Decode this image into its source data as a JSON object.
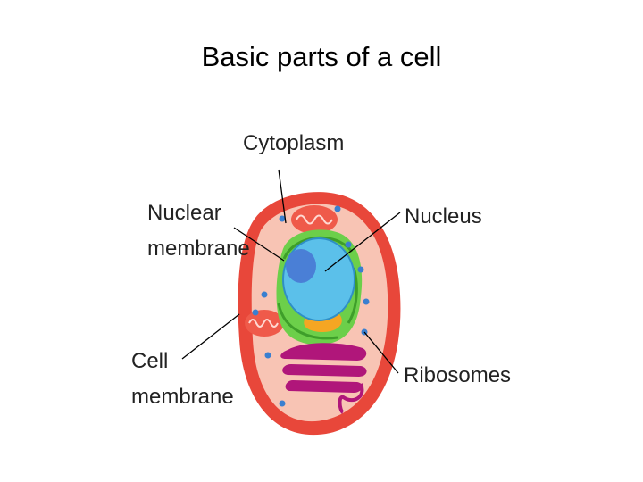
{
  "slide": {
    "title": "Basic parts of a cell"
  },
  "diagram": {
    "labels": {
      "cytoplasm": "Cytoplasm",
      "nuclear_membrane_line1": "Nuclear",
      "nuclear_membrane_line2": "membrane",
      "nucleus": "Nucleus",
      "cell_membrane_line1": "Cell",
      "cell_membrane_line2": "membrane",
      "ribosomes": "Ribosomes"
    },
    "colors": {
      "cell_membrane": "#e8473a",
      "cytoplasm": "#f8c4b4",
      "er_green": "#6ccf4a",
      "nucleus": "#5bc0ea",
      "nucleolus": "#4a7fd6",
      "golgi": "#b0167a",
      "mitochondria": "#ef5a4a",
      "ribosome": "#3a7fd0",
      "vacuole": "#f5a623"
    }
  }
}
